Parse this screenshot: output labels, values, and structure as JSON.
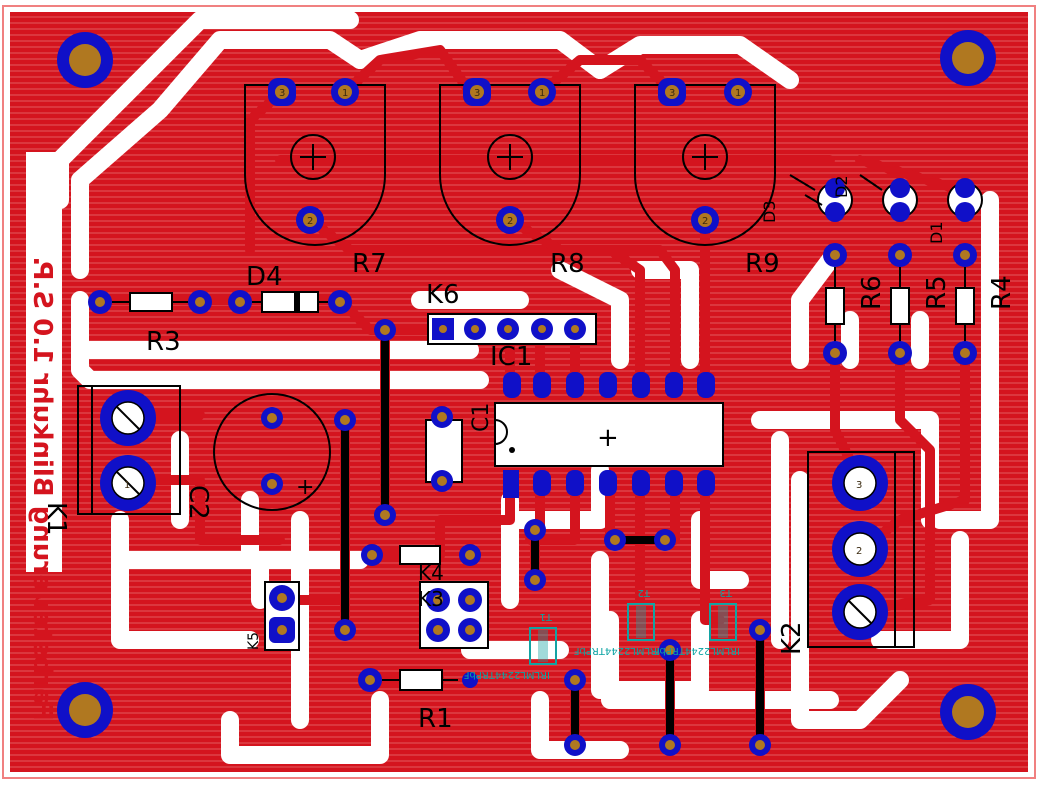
{
  "board": {
    "title_text": "Farbsteuerung Blinkuhr 1.0 S.P.",
    "colors": {
      "copper": "#d4141e",
      "pad": "#1010c8",
      "drill": "#b07820",
      "silk": "#000000",
      "outline": "#f08080",
      "teal": "#13a3a3",
      "bg": "#ffffff"
    }
  },
  "labels": {
    "r7": "R7",
    "r8": "R8",
    "r9": "R9",
    "r3": "R3",
    "d4": "D4",
    "k6": "K6",
    "ic1": "IC1",
    "c2": "C2",
    "c1": "C1",
    "k1": "K1",
    "k2": "K2",
    "r1": "R1",
    "r4": "R4",
    "r5": "R5",
    "r6": "R6",
    "d1": "D1",
    "d2": "D2",
    "d3": "D3",
    "k4": "K4",
    "k3": "K3",
    "k5": "K5",
    "t1": "T1",
    "t2": "T2",
    "t3": "T3",
    "irlml": "IRLML2244TRPbF",
    "pin1": "1",
    "pin2": "2",
    "pin3": "3",
    "plus": "+"
  }
}
